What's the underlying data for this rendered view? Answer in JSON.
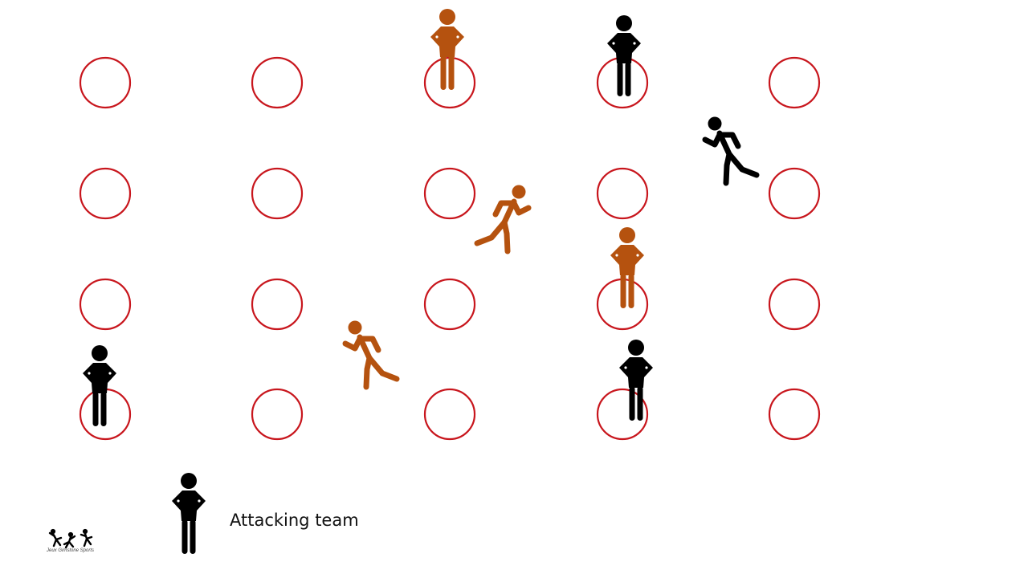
{
  "colors": {
    "cone": "#c8161d",
    "attacking": "#000000",
    "defending": "#b5520f"
  },
  "legend": {
    "label": "Attacking team",
    "icon": "standing-player-icon",
    "team": "attacking"
  },
  "logo": {
    "text": "Jeux Gimstone Sports",
    "icon": "sports-players-logo-icon"
  },
  "cones": {
    "icon": "circle-marker-icon",
    "rows": 4,
    "cols": 5
  },
  "players": [
    {
      "team": "defending",
      "pose": "standing",
      "icon": "standing-player-icon"
    },
    {
      "team": "attacking",
      "pose": "standing",
      "icon": "standing-player-icon"
    },
    {
      "team": "attacking",
      "pose": "running",
      "icon": "running-player-icon"
    },
    {
      "team": "defending",
      "pose": "running",
      "icon": "running-player-icon"
    },
    {
      "team": "defending",
      "pose": "standing",
      "icon": "standing-player-icon"
    },
    {
      "team": "defending",
      "pose": "running",
      "icon": "running-player-icon"
    },
    {
      "team": "attacking",
      "pose": "standing",
      "icon": "standing-player-icon"
    },
    {
      "team": "attacking",
      "pose": "standing",
      "icon": "standing-player-icon"
    }
  ]
}
